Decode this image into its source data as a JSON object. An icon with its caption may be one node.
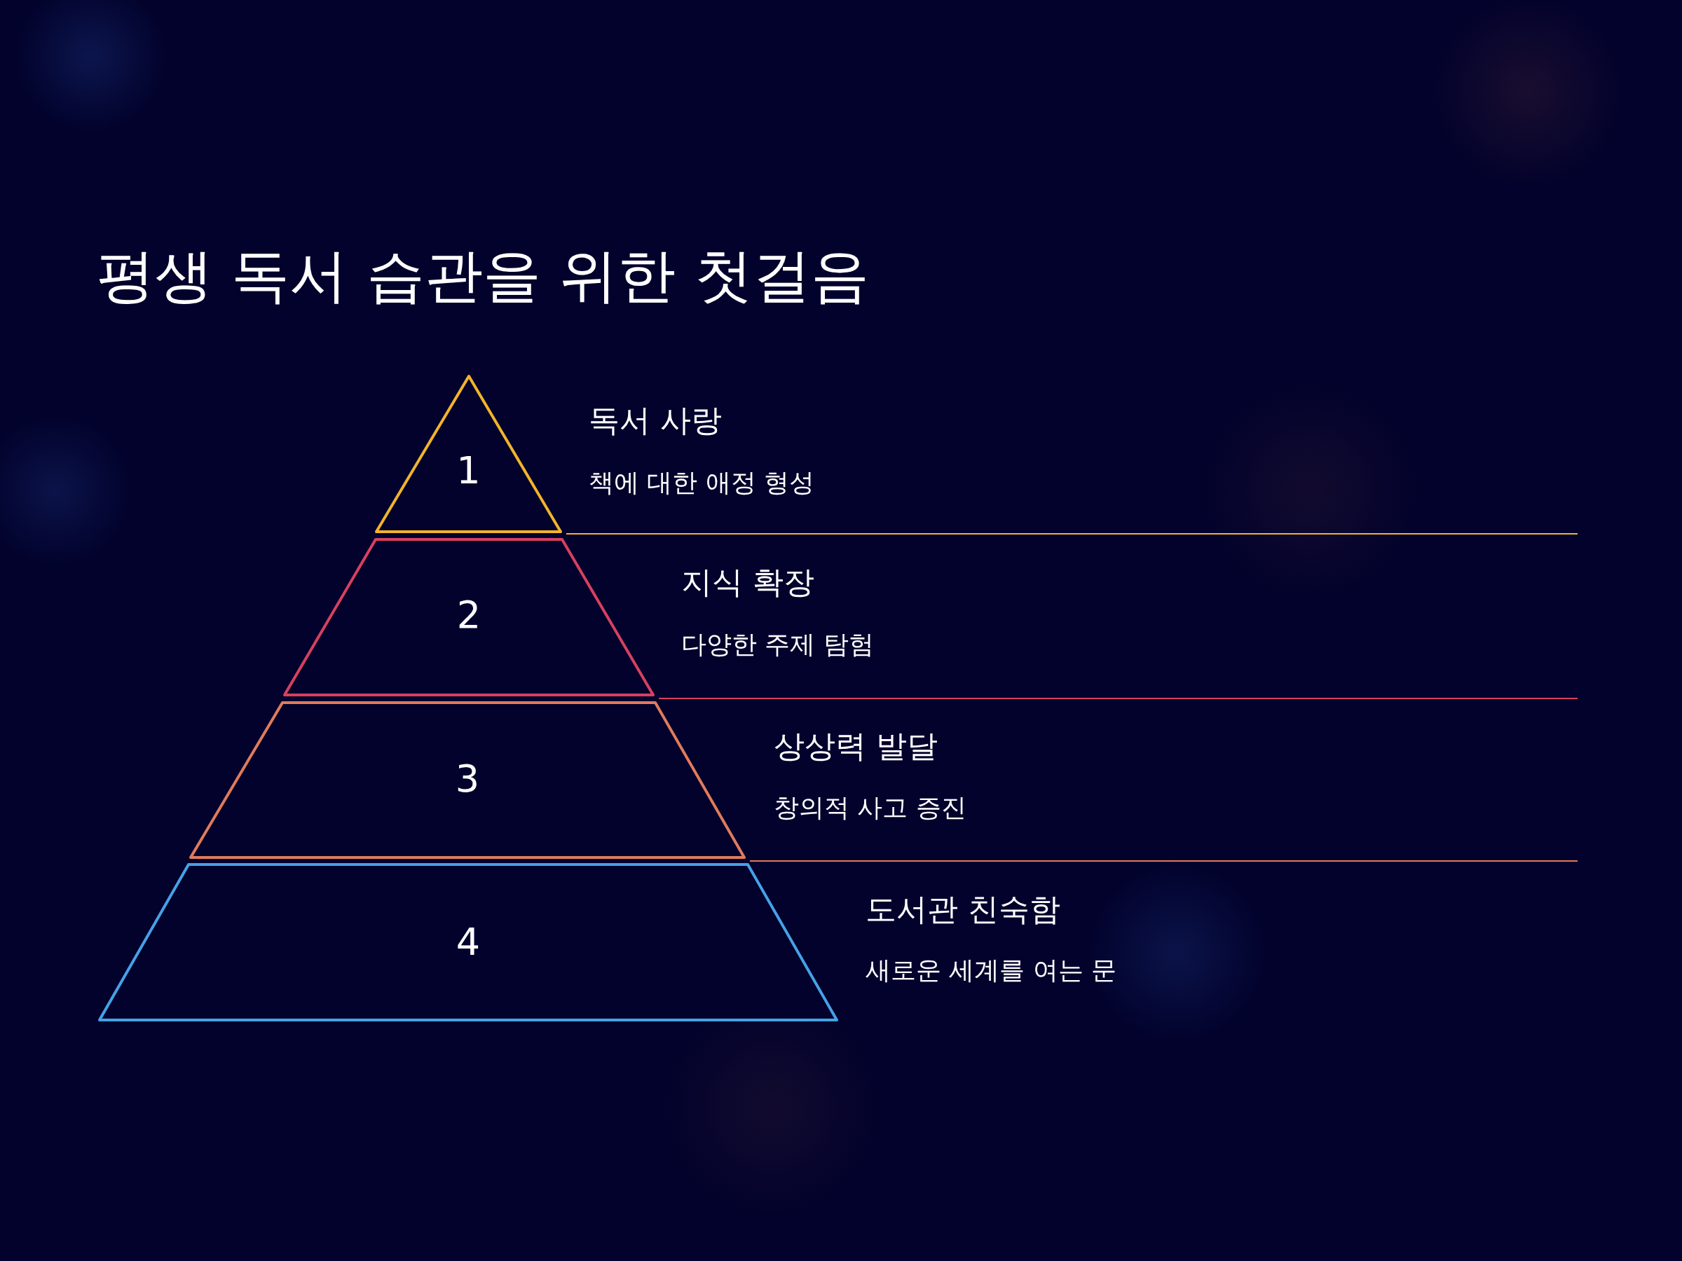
{
  "diagram": {
    "title": "평생 독서 습관을 위한 첫걸음",
    "nodes": [
      {
        "text": [
          "1"
        ],
        "beside": [
          "독서 사랑",
          "책에 대한 애정 형성"
        ]
      },
      {
        "text": [
          "2"
        ],
        "beside": [
          "지식 확장",
          "다양한 주제 탐험"
        ]
      },
      {
        "text": [
          "3"
        ],
        "beside": [
          "상상력 발달",
          "창의적 사고 증진"
        ]
      },
      {
        "text": [
          "4"
        ],
        "beside": [
          "도서관 친숙함",
          "새로운 세계를 여는 문"
        ]
      }
    ]
  }
}
